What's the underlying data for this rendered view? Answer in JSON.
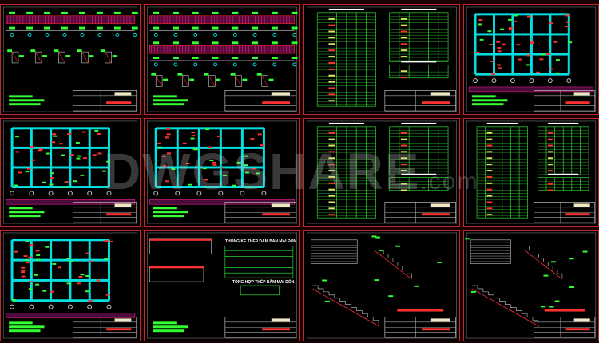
{
  "watermark": {
    "brand": "DWGSHARE",
    "suffix": ".com"
  },
  "colors": {
    "sheet_border": "#c0282a",
    "rebar": "#e0208a",
    "dim": "#33ff33",
    "line": "#00e0e0",
    "text": "#ffffff",
    "beam_red": "#ff2020"
  },
  "sheets": [
    {
      "type": "beam"
    },
    {
      "type": "beam"
    },
    {
      "type": "table"
    },
    {
      "type": "plan"
    },
    {
      "type": "plan"
    },
    {
      "type": "plan"
    },
    {
      "type": "table"
    },
    {
      "type": "table"
    },
    {
      "type": "plan"
    },
    {
      "type": "beamtable",
      "table_title": "THỐNG KÊ THÉP DẦM BAN MAI ĐÓN",
      "summary_title": "TỔNG HỢP THÉP DẦM MAI ĐÓN"
    },
    {
      "type": "stair"
    },
    {
      "type": "stair"
    }
  ]
}
